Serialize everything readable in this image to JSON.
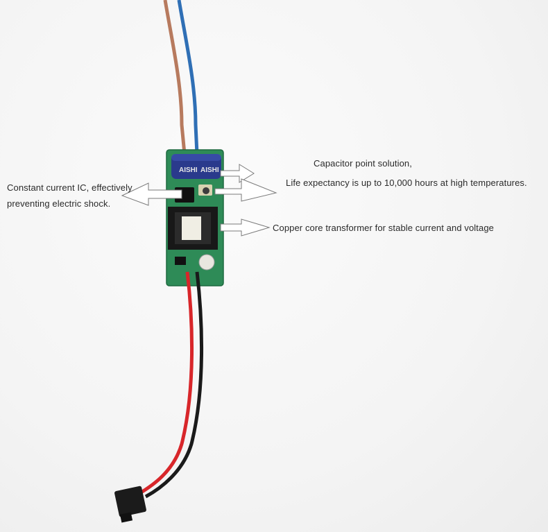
{
  "annotations": {
    "capacitor_title": "Capacitor point solution,",
    "capacitor_life": "Life expectancy is up to 10,000 hours at high temperatures.",
    "ic_line1": "Constant current IC, effectively",
    "ic_line2": "preventing electric shock.",
    "transformer": "Copper core transformer for stable current and voltage"
  },
  "capacitor_brand": "AISHI",
  "colors": {
    "pcb": "#2e8b57",
    "wire_brown": "#b77a5e",
    "wire_blue": "#2f6fb5",
    "wire_red": "#d8262a",
    "wire_black": "#1a1a1a",
    "capacitor": "#2a3a8c"
  }
}
